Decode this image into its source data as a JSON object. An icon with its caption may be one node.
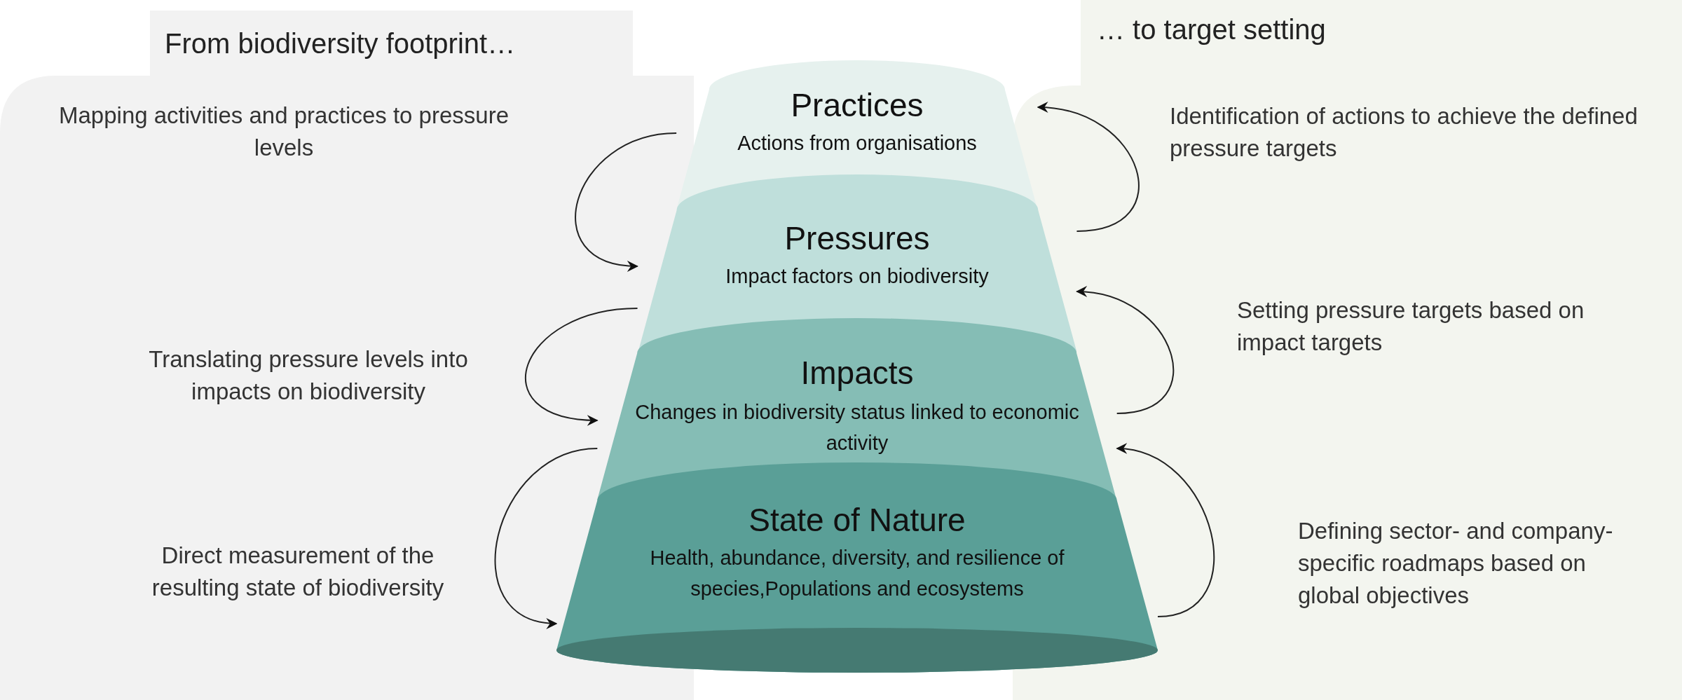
{
  "diagram": {
    "nodes": [
      {
        "text": [
          "Practices",
          "Actions from organisations"
        ]
      },
      {
        "text": [
          "Pressures",
          "Impact factors on biodiversity"
        ]
      },
      {
        "text": [
          "Impacts",
          "Changes in biodiversity status linked to economic activity"
        ]
      },
      {
        "text": [
          "State of Nature",
          "Health, abundance, diversity, and resilience of species,Populations and ecosystems"
        ]
      }
    ],
    "edges": [
      {
        "from": 0,
        "to": 1,
        "arrow": "to",
        "label": "Mapping activities and practices to pressure levels"
      },
      {
        "from": 1,
        "to": 2,
        "arrow": "to",
        "label": "Translating pressure levels into impacts on biodiversity"
      },
      {
        "from": 2,
        "to": 3,
        "arrow": "to",
        "label": "Direct measurement of the resulting state of biodiversity"
      },
      {
        "from": 1,
        "to": 0,
        "arrow": "to",
        "label": "Identification of actions to achieve the defined pressure targets"
      },
      {
        "from": 2,
        "to": 1,
        "arrow": "to",
        "label": "Setting pressure targets based on impact targets"
      },
      {
        "from": 3,
        "to": 2,
        "arrow": "to",
        "label": "Defining sector- and company-specific roadmaps based on global objectives"
      }
    ],
    "labels": [
      "From biodiversity footprint…",
      "… to target setting"
    ]
  }
}
